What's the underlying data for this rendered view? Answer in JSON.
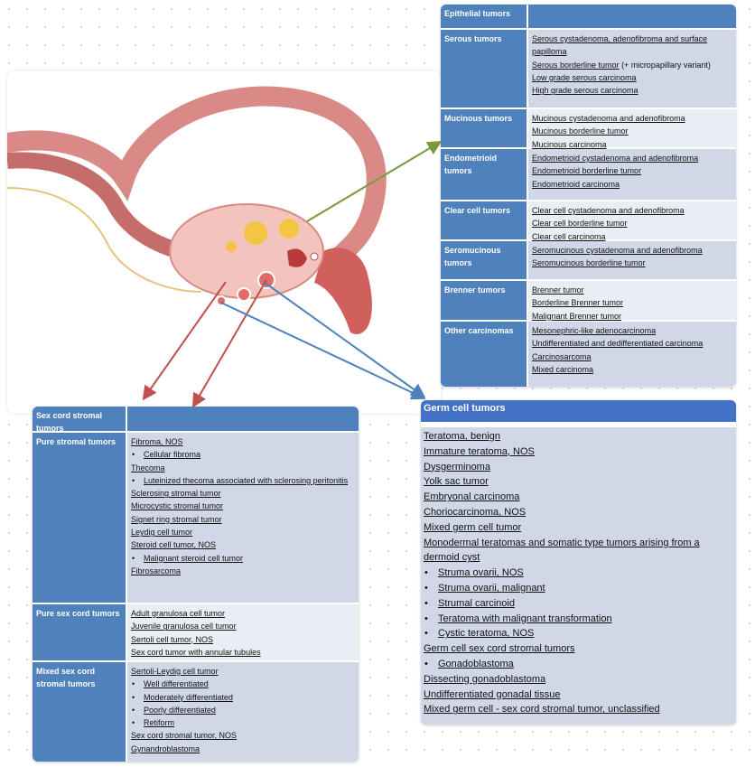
{
  "colors": {
    "header": "#4f81bd",
    "row_dark": "#d0d8e8",
    "row_light": "#e9edf4",
    "arrow_green": "#7a9a3a",
    "arrow_red": "#c0504d",
    "arrow_blue": "#4f81bd"
  },
  "epithelial": {
    "title": "Epithelial tumors",
    "rows": [
      {
        "label": "Serous tumors",
        "items": [
          {
            "text": "Serous cystadenoma, adenofibroma and surface papilloma"
          },
          {
            "text": "Serous borderline tumor",
            "suffix": " (+ micropapillary variant)"
          },
          {
            "text": "Low grade serous carcinoma"
          },
          {
            "text": "High grade serous carcinoma"
          }
        ]
      },
      {
        "label": "Mucinous tumors",
        "items": [
          {
            "text": "Mucinous cystadenoma and adenofibroma"
          },
          {
            "text": "Mucinous borderline tumor"
          },
          {
            "text": "Mucinous carcinoma"
          }
        ]
      },
      {
        "label": "Endometrioid tumors",
        "items": [
          {
            "text": "Endometrioid cystadenoma and adenofibroma"
          },
          {
            "text": "Endometrioid borderline tumor"
          },
          {
            "text": "Endometrioid carcinoma"
          }
        ]
      },
      {
        "label": "Clear cell tumors",
        "items": [
          {
            "text": "Clear cell cystadenoma and adenofibroma"
          },
          {
            "text": "Clear cell borderline tumor"
          },
          {
            "text": "Clear cell carcinoma"
          }
        ]
      },
      {
        "label": "Seromucinous tumors",
        "items": [
          {
            "text": "Seromucinous cystadenoma and adenofibroma"
          },
          {
            "text": "Seromucinous borderline tumor"
          }
        ]
      },
      {
        "label": "Brenner tumors",
        "items": [
          {
            "text": "Brenner tumor"
          },
          {
            "text": "Borderline Brenner tumor"
          },
          {
            "text": "Malignant Brenner tumor"
          }
        ]
      },
      {
        "label": "Other carcinomas",
        "items": [
          {
            "text": "Mesonephric-like adenocarcinoma"
          },
          {
            "text": "Undifferentiated and dedifferentiated carcinoma"
          },
          {
            "text": "Carcinosarcoma"
          },
          {
            "text": "Mixed carcinoma"
          }
        ]
      }
    ]
  },
  "sexcord": {
    "title": "Sex cord stromal tumors",
    "rows": [
      {
        "label": "Pure stromal tumors",
        "items": [
          {
            "text": "Fibroma, NOS"
          },
          {
            "text": "Cellular fibroma",
            "bullet": true
          },
          {
            "text": "Thecoma"
          },
          {
            "text": "Luteinized thecoma associated with sclerosing peritonitis",
            "bullet": true
          },
          {
            "text": "Sclerosing stromal tumor"
          },
          {
            "text": "Microcystic stromal tumor"
          },
          {
            "text": "Signet ring stromal tumor"
          },
          {
            "text": "Leydig cell tumor"
          },
          {
            "text": "Steroid cell tumor, NOS"
          },
          {
            "text": "Malignant steroid cell tumor",
            "bullet": true
          },
          {
            "text": "Fibrosarcoma"
          }
        ]
      },
      {
        "label": "Pure sex cord tumors",
        "items": [
          {
            "text": "Adult granulosa cell tumor"
          },
          {
            "text": "Juvenile granulosa cell tumor"
          },
          {
            "text": "Sertoli cell tumor, NOS"
          },
          {
            "text": "Sex cord tumor with annular tubules"
          }
        ]
      },
      {
        "label": "Mixed sex cord stromal tumors",
        "items": [
          {
            "text": "Sertoli-Leydig cell tumor"
          },
          {
            "text": "Well differentiated",
            "bullet": true
          },
          {
            "text": "Moderately differentiated",
            "bullet": true
          },
          {
            "text": "Poorly differentiated",
            "bullet": true
          },
          {
            "text": "Retiform",
            "bullet": true
          },
          {
            "text": "Sex cord stromal tumor, NOS"
          },
          {
            "text": "Gynandroblastoma"
          }
        ]
      }
    ]
  },
  "germ": {
    "title": "Germ cell tumors",
    "items": [
      {
        "text": "Teratoma, benign"
      },
      {
        "text": "Immature teratoma, NOS"
      },
      {
        "text": "Dysgerminoma"
      },
      {
        "text": "Yolk sac tumor"
      },
      {
        "text": "Embryonal carcinoma"
      },
      {
        "text": "Choriocarcinoma, NOS"
      },
      {
        "text": "Mixed germ cell tumor"
      },
      {
        "text": "Monodermal teratomas and somatic type tumors arising from a dermoid cyst"
      },
      {
        "text": "Struma ovarii, NOS",
        "bullet": true
      },
      {
        "text": "Struma ovarii, malignant",
        "bullet": true
      },
      {
        "text": "Strumal carcinoid",
        "bullet": true
      },
      {
        "text": "Teratoma with malignant transformation",
        "bullet": true
      },
      {
        "text": "Cystic teratoma, NOS",
        "bullet": true
      },
      {
        "text": "Germ cell sex cord stromal tumors"
      },
      {
        "text": "Gonadoblastoma",
        "bullet": true
      },
      {
        "text": "Dissecting gonadoblastoma"
      },
      {
        "text": "Undifferentiated gonadal tissue"
      },
      {
        "text": "Mixed germ cell - sex cord stromal tumor, unclassified"
      }
    ]
  }
}
